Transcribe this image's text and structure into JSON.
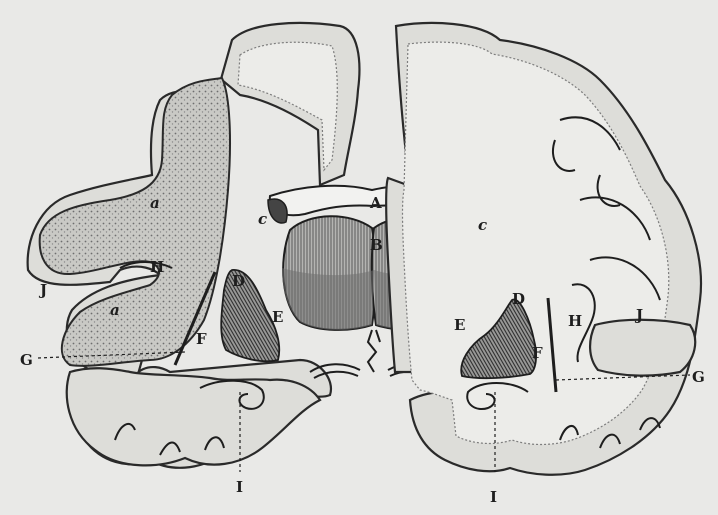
{
  "labels": {
    "A": "A",
    "B": "B",
    "c_left": "c",
    "c_right": "c",
    "a_upper": "a",
    "a_lower": "a",
    "H_left": "H",
    "H_right": "H",
    "J_left": "J",
    "J_right": "J",
    "D_left": "D",
    "D_right": "D",
    "E_left": "E",
    "E_right": "E",
    "F_left": "F",
    "F_right": "F",
    "G_left": "G",
    "G_right": "G",
    "I_left": "I",
    "I_right": "I"
  },
  "colors": {
    "paper": "#e9e9e7",
    "ink": "#1e1e1e",
    "cortex_grey": "#ddddd9",
    "thalamus_dark": "#7a7a7a"
  }
}
